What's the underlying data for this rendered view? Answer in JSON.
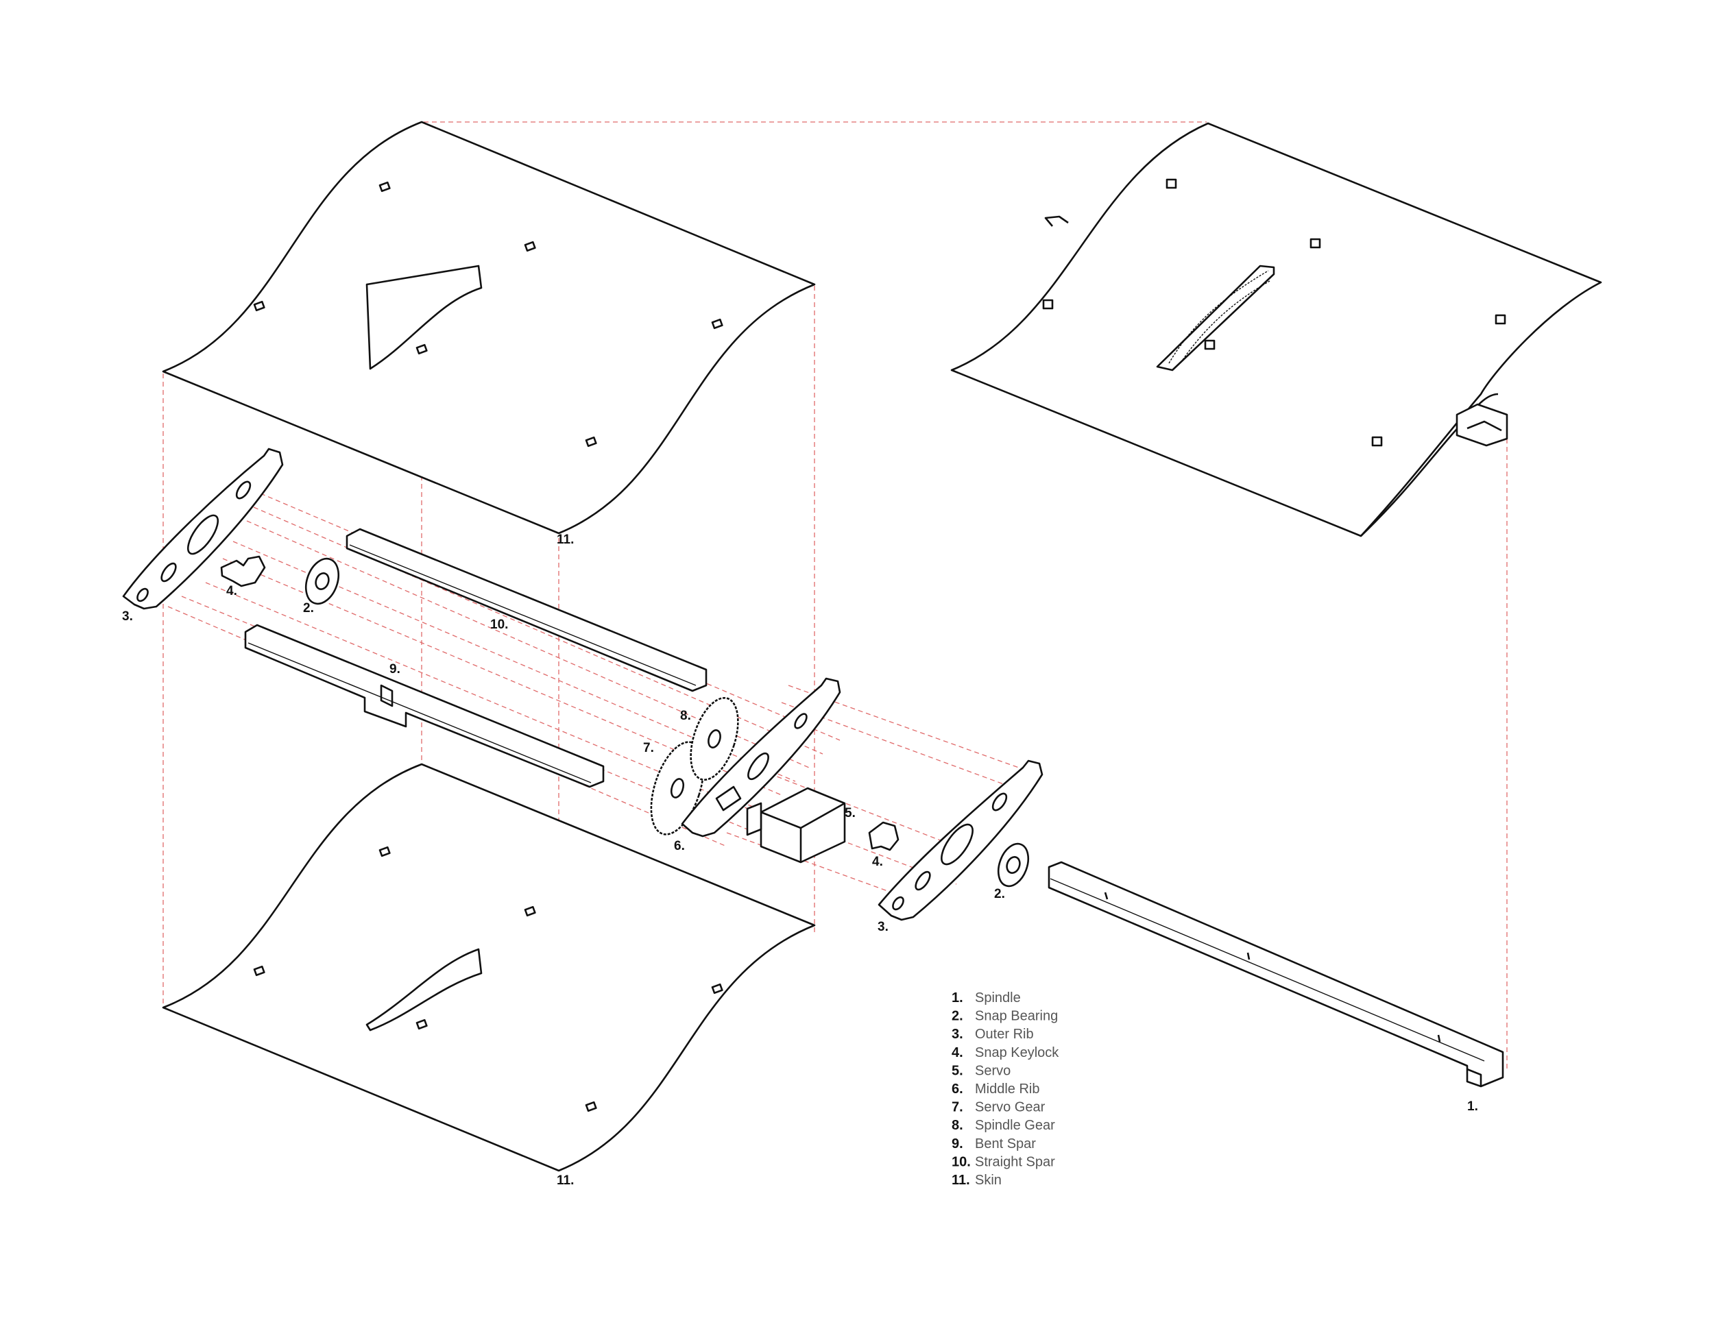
{
  "callouts": {
    "skin_top": "11.",
    "skin_bottom": "11.",
    "rib_outer_left": "3.",
    "keylock_left": "4.",
    "bearing_left": "2.",
    "straight_spar": "10.",
    "bent_spar": "9.",
    "spindle_gear": "8.",
    "servo_gear": "7.",
    "middle_rib": "6.",
    "servo": "5.",
    "keylock_right": "4.",
    "bearing_right": "2.",
    "rib_outer_right": "3.",
    "spindle": "1."
  },
  "legend": [
    {
      "num": "1.",
      "name": "Spindle"
    },
    {
      "num": "2.",
      "name": "Snap Bearing"
    },
    {
      "num": "3.",
      "name": "Outer Rib"
    },
    {
      "num": "4.",
      "name": "Snap Keylock"
    },
    {
      "num": "5.",
      "name": "Servo"
    },
    {
      "num": "6.",
      "name": "Middle Rib"
    },
    {
      "num": "7.",
      "name": "Servo Gear"
    },
    {
      "num": "8.",
      "name": "Spindle Gear"
    },
    {
      "num": "9.",
      "name": "Bent Spar"
    },
    {
      "num": "10.",
      "name": "Straight Spar"
    },
    {
      "num": "11.",
      "name": "Skin"
    }
  ],
  "colors": {
    "line": "#111111",
    "guide": "#e06a6a",
    "background": "#ffffff",
    "legend_text": "#555555"
  }
}
